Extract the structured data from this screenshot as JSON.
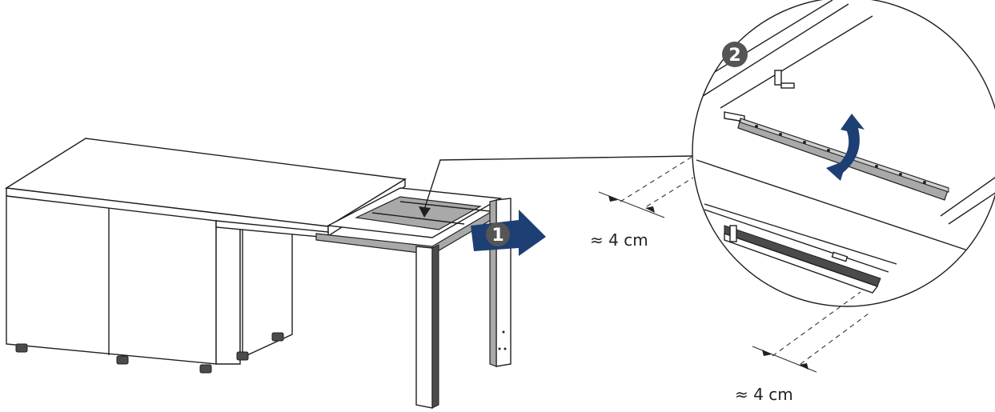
{
  "steps": [
    {
      "number": "1"
    },
    {
      "number": "2"
    }
  ],
  "dimensions": [
    {
      "text": "≈ 4 cm"
    },
    {
      "text": "≈ 4 cm"
    }
  ],
  "colors": {
    "accent_blue": "#1e3f73",
    "badge_gray": "#555555",
    "rail_gray": "#a9a9a9"
  },
  "icons": [
    "arrow-right-icon",
    "rotate-arrow-icon"
  ]
}
